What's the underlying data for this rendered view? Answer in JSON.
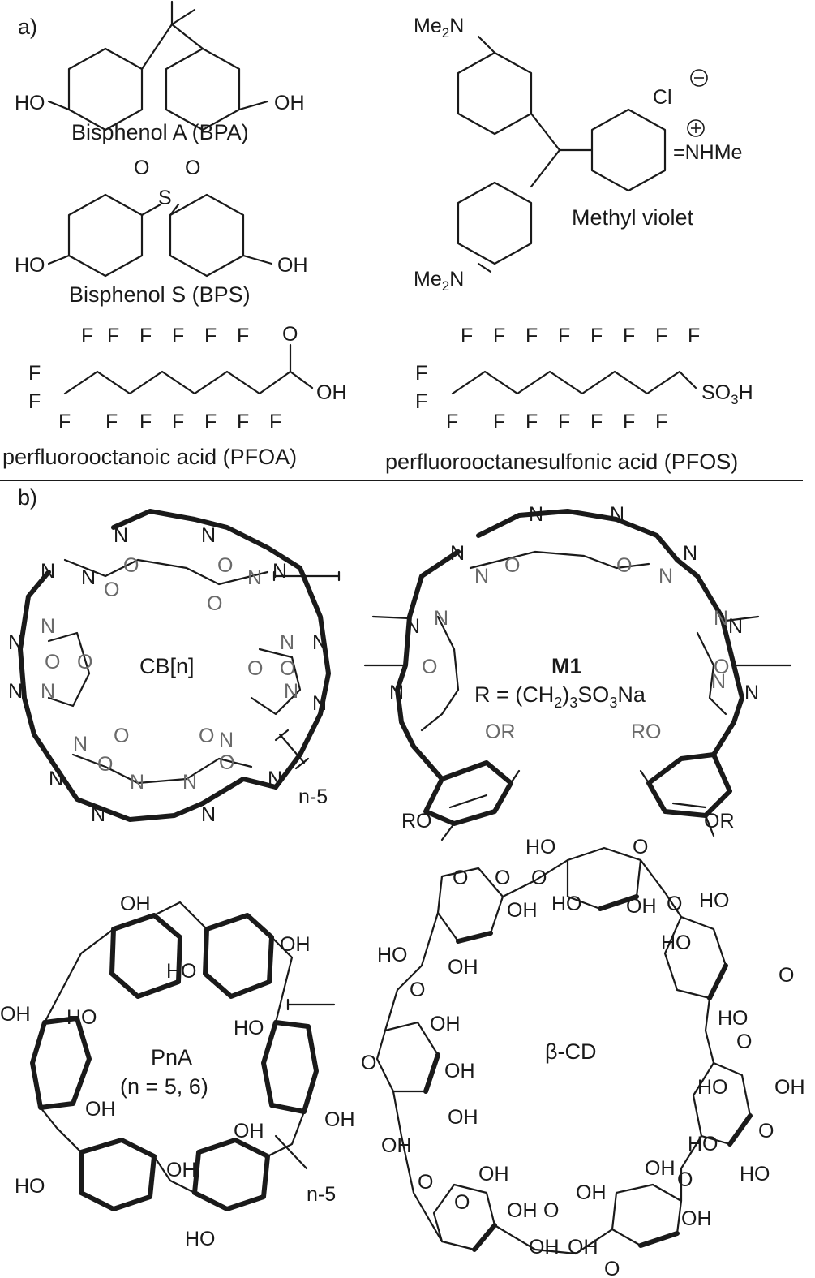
{
  "panels": {
    "a": "a)",
    "b": "b)"
  },
  "compounds": {
    "bpa": "Bisphenol A (BPA)",
    "bps": "Bisphenol S (BPS)",
    "mv": "Methyl violet",
    "pfoa": "perfluorooctanoic acid (PFOA)",
    "pfos": "perfluorooctanesulfonic acid (PFOS)",
    "cbn": "CB[n]",
    "m1": "M1",
    "m1_r": "R = (CH",
    "pna": "PnA",
    "pna_n": "(n = 5, 6)",
    "bcd": "β-CD",
    "n5": "n-5"
  },
  "atoms": {
    "ho": "HO",
    "oh": "OH",
    "o": "O",
    "s": "S",
    "f": "F",
    "n": "N",
    "or": "OR",
    "ro": "RO",
    "me2n": "Me",
    "nhme": "=NHMe",
    "cl": "Cl"
  }
}
